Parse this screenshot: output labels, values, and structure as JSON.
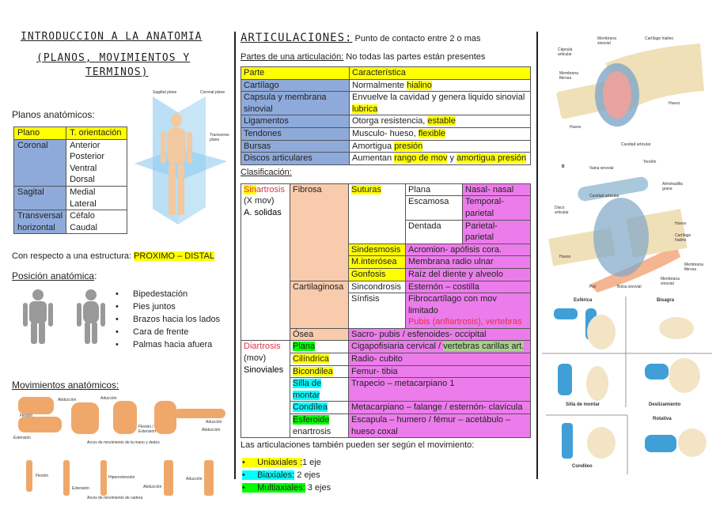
{
  "left": {
    "title1": "INTRODUCCION A LA ANATOMIA",
    "title2": "(PLANOS, MOVIMIENTOS Y",
    "title3": "TERMINOS)",
    "planos_heading": "Planos anatómicos:",
    "planos_table": {
      "headers": [
        "Plano",
        "T. orientación"
      ],
      "rows": [
        {
          "plano": "Coronal",
          "terms": [
            "Anterior",
            "Posterior",
            "Ventral",
            "Dorsal"
          ]
        },
        {
          "plano": "Sagital",
          "terms": [
            "Medial",
            "Lateral"
          ]
        },
        {
          "plano": "Transversal horizontal",
          "terms": [
            "Céfalo",
            "Caudal"
          ]
        }
      ]
    },
    "planes_figure_labels": [
      "Sagittal plane",
      "Coronal plane",
      "Transverse plane"
    ],
    "estructura_text": "Con respecto a una estructura: ",
    "estructura_highlight": "PROXIMO – DISTAL",
    "posicion_heading": "Posición anatómica",
    "posicion_colon": ":",
    "posicion_items": [
      "Bipedestación",
      "Pies juntos",
      "Brazos hacia los lados",
      "Cara de frente",
      "Palmas hacia afuera"
    ],
    "movimientos_heading": "Movimientos anatómicos:",
    "mov_figure_labels": [
      "Flexión",
      "Extensión",
      "Abducción",
      "Aducción",
      "Flexión / Extensión",
      "Aducción",
      "Abducción",
      "Arcos de movimiento de la mano y dedos",
      "Flexión",
      "Extensión",
      "Hiperextensión",
      "Abducción",
      "Aducción",
      "Arcos de movimiento de cadera"
    ]
  },
  "middle": {
    "title": "ARTICULACIONES:",
    "subtitle": " Punto de contacto entre 2 o mas",
    "partes_heading": "Partes de una articulación:",
    "partes_sub": " No todas las partes están presentes",
    "partes_headers": [
      "Parte",
      "Característica"
    ],
    "partes_rows": [
      {
        "parte": "Cartílago",
        "pre": "Normalmente ",
        "hl": "hialino",
        "mid": "",
        "hl2": ""
      },
      {
        "parte": "Capsula y membrana sinovial",
        "pre": "Envuelve la cavidad y genera liquido sinovial ",
        "hl": "lubrica",
        "mid": "",
        "hl2": ""
      },
      {
        "parte": "Ligamentos",
        "pre": "Otorga resistencia, ",
        "hl": "estable",
        "mid": "",
        "hl2": ""
      },
      {
        "parte": "Tendones",
        "pre": "Musculo- hueso, ",
        "hl": "flexible",
        "mid": "",
        "hl2": ""
      },
      {
        "parte": "Bursas",
        "pre": "Amortigua ",
        "hl": "presión",
        "mid": "",
        "hl2": ""
      },
      {
        "parte": "Discos articulares",
        "pre": "Aumentan ",
        "hl": "rango de mov",
        "mid": " y ",
        "hl2": "amortigua presión"
      }
    ],
    "clasificacion_heading": "Clasificación:",
    "clas": {
      "sin_hl": "Sin",
      "sin_rest": "artrosis",
      "sin_mov": "(X mov)",
      "sin_name": "A. solidas",
      "fibrosa": "Fibrosa",
      "suturas": "Suturas",
      "plana": "Plana",
      "plana_ex": "Nasal- nasal",
      "escamosa": "Escamosa",
      "escamosa_ex": "Temporal- parietal",
      "dentada": "Dentada",
      "dentada_ex": "Parietal- parietal",
      "sindesmosis": "Sindesmosis",
      "sindesmosis_ex": "Acromion- apófisis cora.",
      "minter": "M.interósea",
      "minter_ex": "Membrana radio ulnar",
      "gonfosis": "Gonfosis",
      "gonfosis_ex": "Raíz del diente y alveolo",
      "cartilaginosa": "Cartilaginosa",
      "sincondrosis": "Sincondrosis",
      "sincondrosis_ex": "Esternón – costilla",
      "sinfisis": "Sínfisis",
      "sinfisis_ex": "Fibrocartílago con mov limitado",
      "sinfisis_ex2": "Pubis (anfiartrosis), vertebras",
      "osea": "Ósea",
      "osea_ex": "Sacro- pubis / esfenoides- occipital",
      "dia": "Diartrosis",
      "dia_mov": "(mov)",
      "dia_name": "Sinoviales",
      "d_plana": "Plana",
      "d_plana_ex": "Cigapofisiaria cervical / ",
      "d_plana_ex_hl": "vertebras carillas art.",
      "cilindrica": "Cilíndrica",
      "cilindrica_ex": "Radio- cubito",
      "bicondilea": "Bicondilea",
      "bicondilea_ex": "Femur- tibia",
      "silla": "Silla de montar",
      "silla_ex": "Trapecio – metacarpiano 1",
      "condilea": "Condílea",
      "condilea_ex": "Metacarpiano – falange / esternón- clavícula",
      "esferoide": "Esferoide",
      "enartrosis": "enartrosis",
      "esferoide_ex": "Escapula – humero / fémur – acetábulo – hueso coxal"
    },
    "movimiento_text": "Las articulaciones también pueden ser según el movimiento:",
    "axes": [
      {
        "hl": "Uniaxiales :",
        "rest": "1 eje",
        "color": "#ffff00"
      },
      {
        "hl": "Biaxiales:",
        "rest": " 2 ejes",
        "color": "#00ffff"
      },
      {
        "hl": "Multiaxiales:",
        "rest": " 3 ejes",
        "color": "#00ff00"
      }
    ]
  },
  "right": {
    "fig_a_labels": [
      "Cápsula articular",
      "Membrana sinovial",
      "Cartílago hialino",
      "Membrana fibrosa",
      "Hueso",
      "Hueso",
      "Cavidad articular"
    ],
    "fig_b_labels": [
      "B",
      "Vaina sinovial",
      "Tendón",
      "Almohadilla grasa",
      "Cavidad articular",
      "Disco articular",
      "Hueso",
      "Cartílago hialino",
      "Hueso",
      "Membrana fibrosa",
      "Membrana sinovial",
      "Piel",
      "Bolsa sinovial"
    ],
    "joint_types": [
      "Esférica",
      "Bisagra",
      "Silla de montar",
      "Deslizamiento",
      "Condíleo",
      "Rotativa"
    ]
  },
  "colors": {
    "blue_cell": "#8eaadb",
    "yellow": "#ffff00",
    "peach": "#f8cbad",
    "magenta": "#ec7ceb",
    "cyan": "#00ffff",
    "green": "#00ff00",
    "light_green": "#a9d08e",
    "red_text": "#e0334a"
  }
}
